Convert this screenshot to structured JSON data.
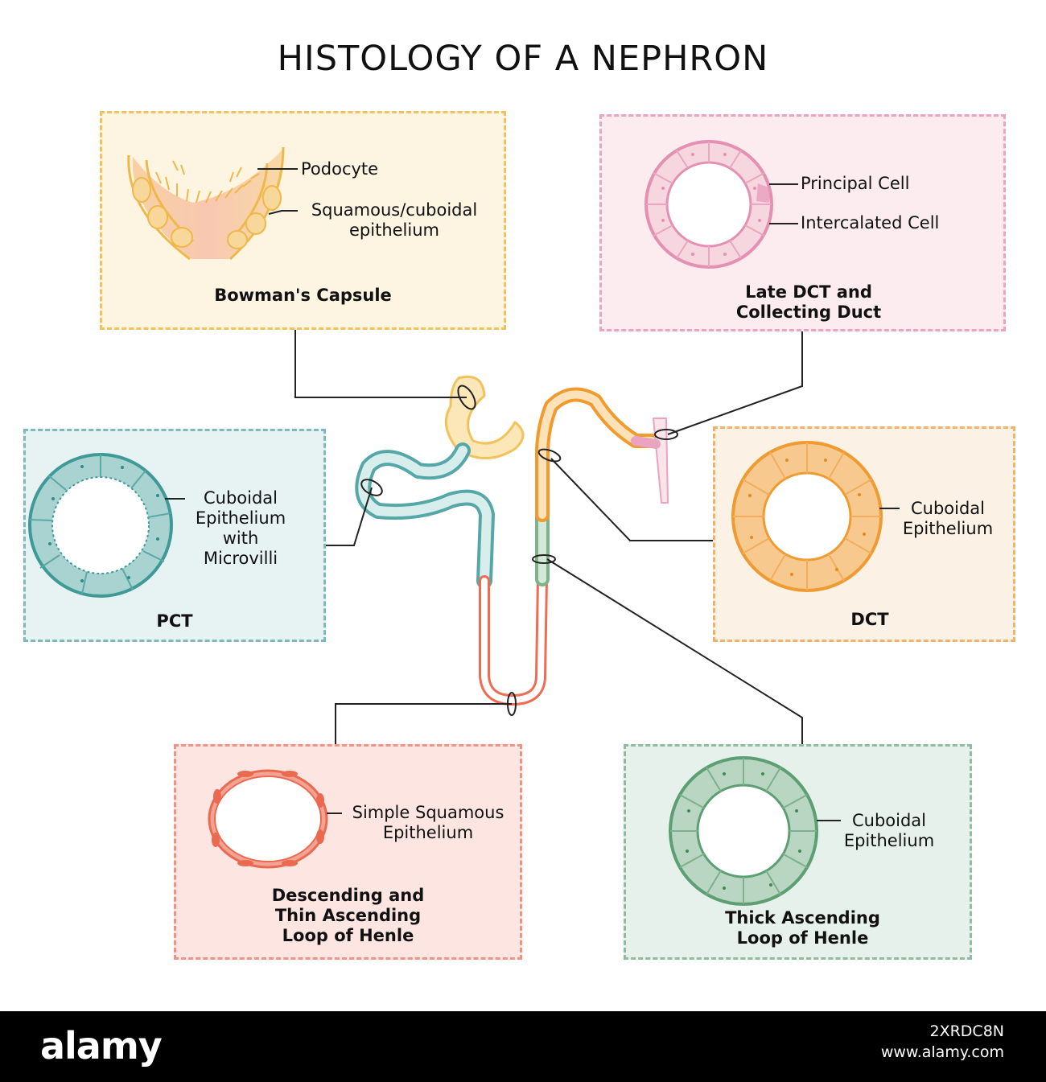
{
  "title": "HISTOLOGY OF A NEPHRON",
  "colors": {
    "bowman": "#f2c25d",
    "late_dct": "#eaa3c0",
    "pct": "#55a7a8",
    "dct": "#f0a54c",
    "henle_thin": "#ef7b63",
    "henle_thick": "#7fb18b"
  },
  "panels": {
    "bowman": {
      "caption": "Bowman's Capsule",
      "labels": [
        "Podocyte",
        "Squamous/cuboidal",
        "epithelium"
      ]
    },
    "late_dct": {
      "caption_line1": "Late DCT and",
      "caption_line2": "Collecting Duct",
      "labels": [
        "Principal Cell",
        "Intercalated Cell"
      ]
    },
    "pct": {
      "caption": "PCT",
      "labels": [
        "Cuboidal",
        "Epithelium",
        "with",
        "Microvilli"
      ]
    },
    "dct": {
      "caption": "DCT",
      "labels": [
        "Cuboidal",
        "Epithelium"
      ]
    },
    "henle_thin": {
      "caption_line1": "Descending and",
      "caption_line2": "Thin Ascending",
      "caption_line3": "Loop of Henle",
      "labels": [
        "Simple Squamous",
        "Epithelium"
      ]
    },
    "henle_thick": {
      "caption_line1": "Thick Ascending",
      "caption_line2": "Loop of Henle",
      "labels": [
        "Cuboidal",
        "Epithelium"
      ]
    }
  },
  "watermark": {
    "brand": "alamy",
    "image_id": "2XRDC8N",
    "site": "www.alamy.com"
  }
}
